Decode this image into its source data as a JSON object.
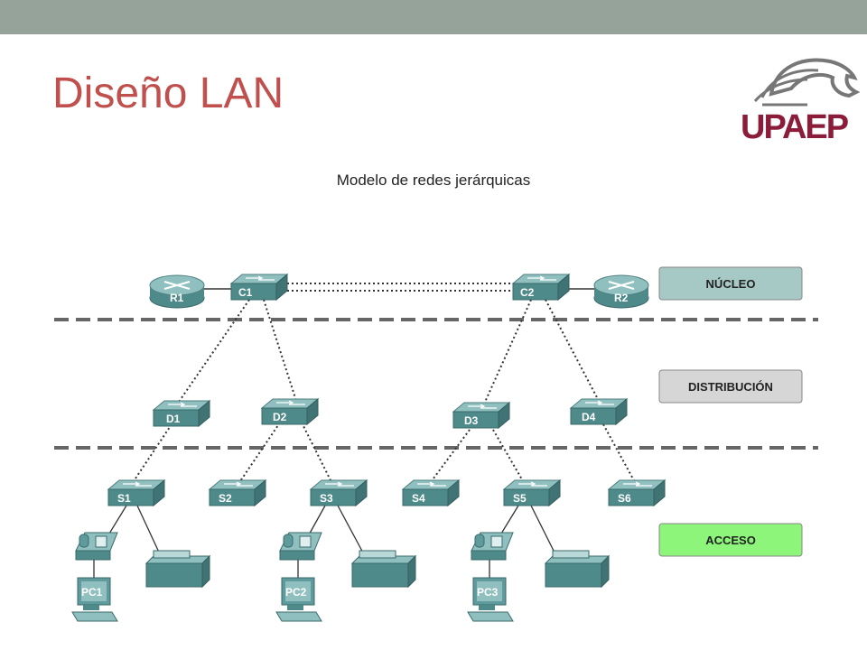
{
  "slide": {
    "title": "Diseño LAN",
    "logo_text": "UPAEP",
    "diagram_title": "Modelo de redes jerárquicas"
  },
  "layers": [
    {
      "id": "nucleo",
      "label": "NÚCLEO",
      "color": "#a7c9c5"
    },
    {
      "id": "distribucion",
      "label": "DISTRIBUCIÓN",
      "color": "#d6d6d6"
    },
    {
      "id": "acceso",
      "label": "ACCESO",
      "color": "#8cf57a"
    }
  ],
  "devices": {
    "routers": [
      {
        "id": "R1",
        "label": "R1"
      },
      {
        "id": "R2",
        "label": "R2"
      }
    ],
    "core_switches": [
      {
        "id": "C1",
        "label": "C1"
      },
      {
        "id": "C2",
        "label": "C2"
      }
    ],
    "distribution_switches": [
      {
        "id": "D1",
        "label": "D1"
      },
      {
        "id": "D2",
        "label": "D2"
      },
      {
        "id": "D3",
        "label": "D3"
      },
      {
        "id": "D4",
        "label": "D4"
      }
    ],
    "access_switches": [
      {
        "id": "S1",
        "label": "S1"
      },
      {
        "id": "S2",
        "label": "S2"
      },
      {
        "id": "S3",
        "label": "S3"
      },
      {
        "id": "S4",
        "label": "S4"
      },
      {
        "id": "S5",
        "label": "S5"
      },
      {
        "id": "S6",
        "label": "S6"
      }
    ],
    "pcs": [
      {
        "id": "PC1",
        "label": "PC1"
      },
      {
        "id": "PC2",
        "label": "PC2"
      },
      {
        "id": "PC3",
        "label": "PC3"
      }
    ]
  },
  "links": [
    {
      "from": "R1",
      "to": "C1",
      "style": "solid"
    },
    {
      "from": "C2",
      "to": "R2",
      "style": "solid"
    },
    {
      "from": "C1",
      "to": "C2",
      "style": "dotted"
    },
    {
      "from": "C1",
      "to": "D1",
      "style": "dotted"
    },
    {
      "from": "C1",
      "to": "D2",
      "style": "dotted"
    },
    {
      "from": "C2",
      "to": "D3",
      "style": "dotted"
    },
    {
      "from": "C2",
      "to": "D4",
      "style": "dotted"
    },
    {
      "from": "D1",
      "to": "S1",
      "style": "dotted"
    },
    {
      "from": "D2",
      "to": "S2",
      "style": "dotted"
    },
    {
      "from": "D2",
      "to": "S3",
      "style": "dotted"
    },
    {
      "from": "D3",
      "to": "S4",
      "style": "dotted"
    },
    {
      "from": "D3",
      "to": "S5",
      "style": "dotted"
    },
    {
      "from": "D4",
      "to": "S6",
      "style": "dotted"
    }
  ]
}
